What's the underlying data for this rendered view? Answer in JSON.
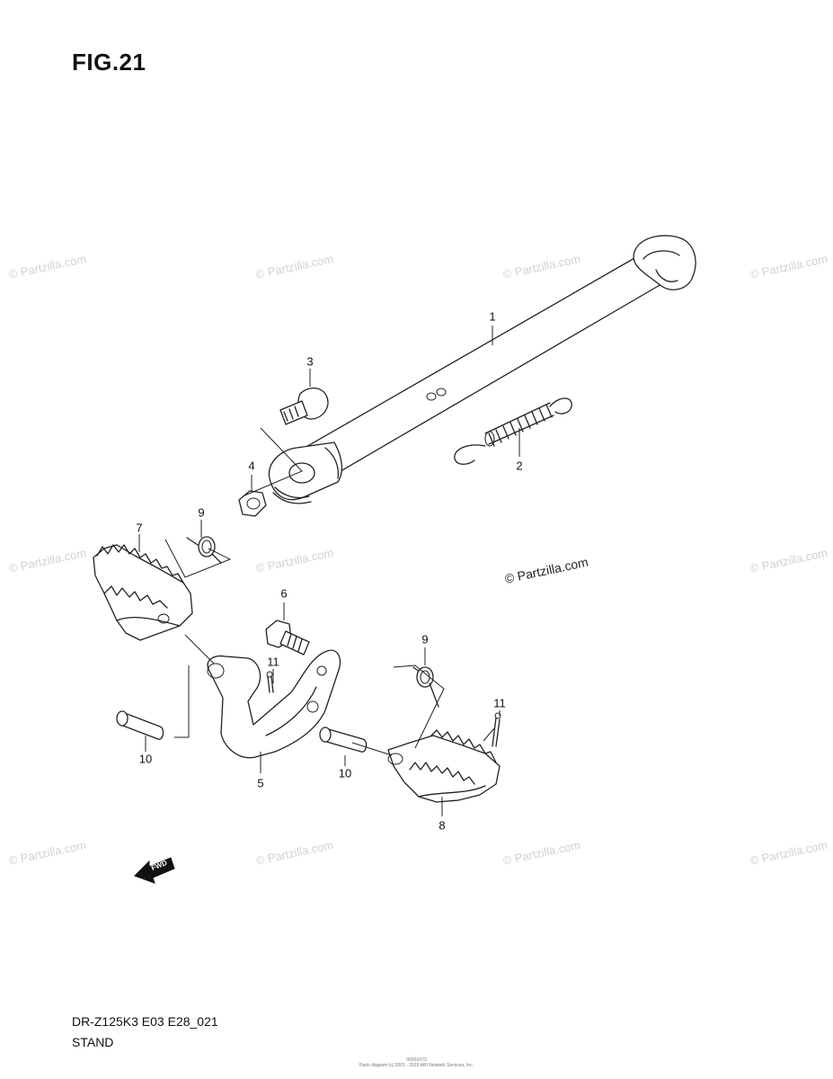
{
  "figure": {
    "title": "FIG.21",
    "model_code": "DR-Z125K3 E03 E28_021",
    "section_name": "STAND",
    "footer_note_line1": "00001073",
    "footer_note_line2": "Parts diagram (c) 2001 - 2019 ARI Network Services, Inc."
  },
  "watermark": {
    "text": "© Partzilla.com",
    "featured_text": "© Partzilla.com"
  },
  "callouts": {
    "c1": "1",
    "c2": "2",
    "c3": "3",
    "c4": "4",
    "c5": "5",
    "c6": "6",
    "c7": "7",
    "c8": "8",
    "c9a": "9",
    "c9b": "9",
    "c10a": "10",
    "c10b": "10",
    "c11a": "11",
    "c11b": "11"
  },
  "direction_badge": "FWD"
}
